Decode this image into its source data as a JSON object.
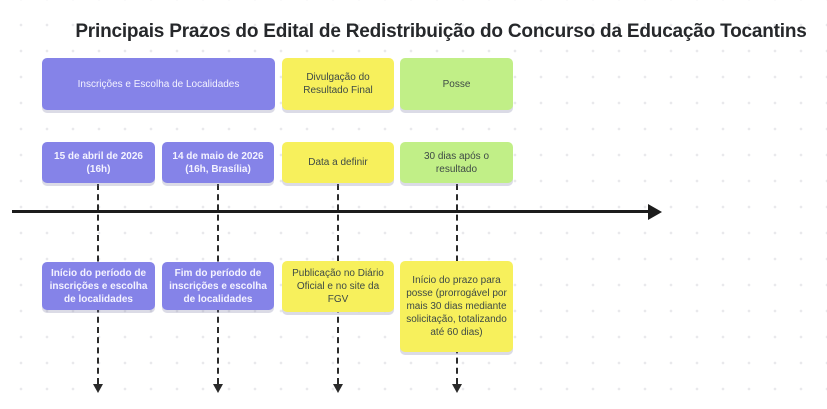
{
  "title": "Principais Prazos do Edital de Redistribuição do Concurso da Educação Tocantins",
  "colors": {
    "purple": "#8583e8",
    "yellow": "#f7f05c",
    "green": "#c1ef87",
    "dark_text": "#3e4a46",
    "light_text": "#f4f3ff",
    "axis": "#1c1c1c",
    "background_dots": "#e9e9ec"
  },
  "phases": [
    {
      "label": "Inscrições e Escolha de Localidades",
      "color": "#8583e8"
    },
    {
      "label": "Divulgação do Resultado Final",
      "color": "#f7f05c"
    },
    {
      "label": "Posse",
      "color": "#c1ef87"
    }
  ],
  "milestones": [
    {
      "date": "15 de abril de 2026 (16h)",
      "event": "Início do período de inscrições e escolha de localidades",
      "date_color": "#8583e8",
      "event_color": "#8583e8"
    },
    {
      "date": "14 de maio de 2026 (16h, Brasília)",
      "event": "Fim do período de inscrições e escolha de localidades",
      "date_color": "#8583e8",
      "event_color": "#8583e8"
    },
    {
      "date": "Data a definir",
      "event": "Publicação no Diário Oficial e no site da FGV",
      "date_color": "#f7f05c",
      "event_color": "#f7f05c"
    },
    {
      "date": "30 dias após o resultado",
      "event": "Início do prazo para posse (prorrogável por mais 30 dias mediante solicitação, totalizando até 60 dias)",
      "date_color": "#c1ef87",
      "event_color": "#f7f05c"
    }
  ]
}
